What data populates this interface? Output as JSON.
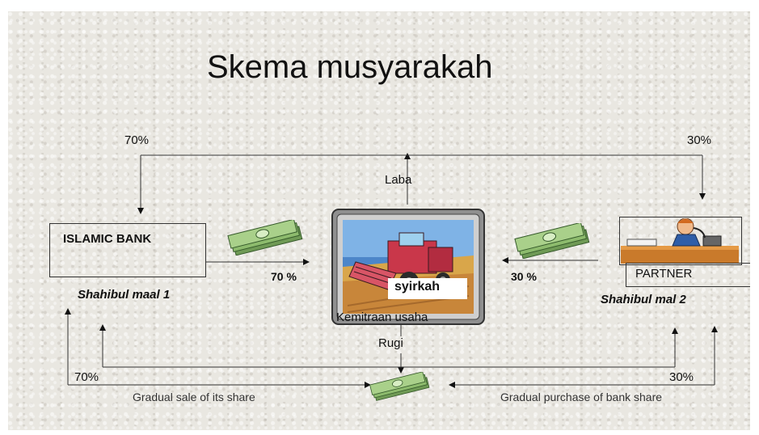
{
  "title": "Skema musyarakah",
  "labels": {
    "pct_top_left": "70%",
    "pct_top_right": "30%",
    "laba": "Laba",
    "bank": "ISLAMIC BANK",
    "shahibul_1": "Shahibul maal 1",
    "pct_mid_left": "70 %",
    "pct_mid_right": "30 %",
    "syirkah": "syirkah",
    "kemitraan": "Kemitraan usaha",
    "rugi": "Rugi",
    "partner": "PARTNER",
    "shahibul_2": "Shahibul mal 2",
    "pct_bottom_left": "70%",
    "pct_bottom_right": "30%",
    "gradual_sale": "Gradual sale of its share",
    "gradual_purchase": "Gradual purchase of bank share"
  },
  "icons": {
    "money": "money-stack-icon",
    "harvester": "combine-harvester-picture",
    "partner": "businessman-on-phone-picture"
  }
}
